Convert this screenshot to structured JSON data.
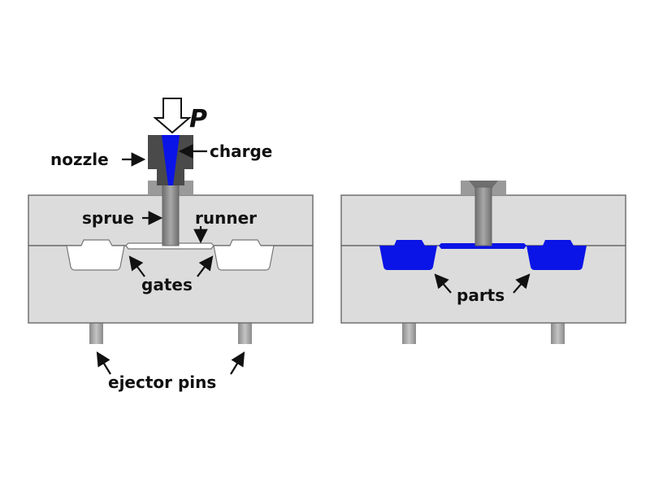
{
  "labels": {
    "pressure": "P",
    "nozzle": "nozzle",
    "charge": "charge",
    "sprue": "sprue",
    "runner": "runner",
    "gates": "gates",
    "ejector_pins": "ejector pins",
    "parts": "parts"
  },
  "colors": {
    "mold": "#dcdcdc",
    "mold_stroke": "#707070",
    "nozzle": "#4a4a4a",
    "bushing": "#9a9a9a",
    "plastic": "#0a14e6",
    "cavity_empty": "#ffffff",
    "pin": "#9c9c9c"
  }
}
